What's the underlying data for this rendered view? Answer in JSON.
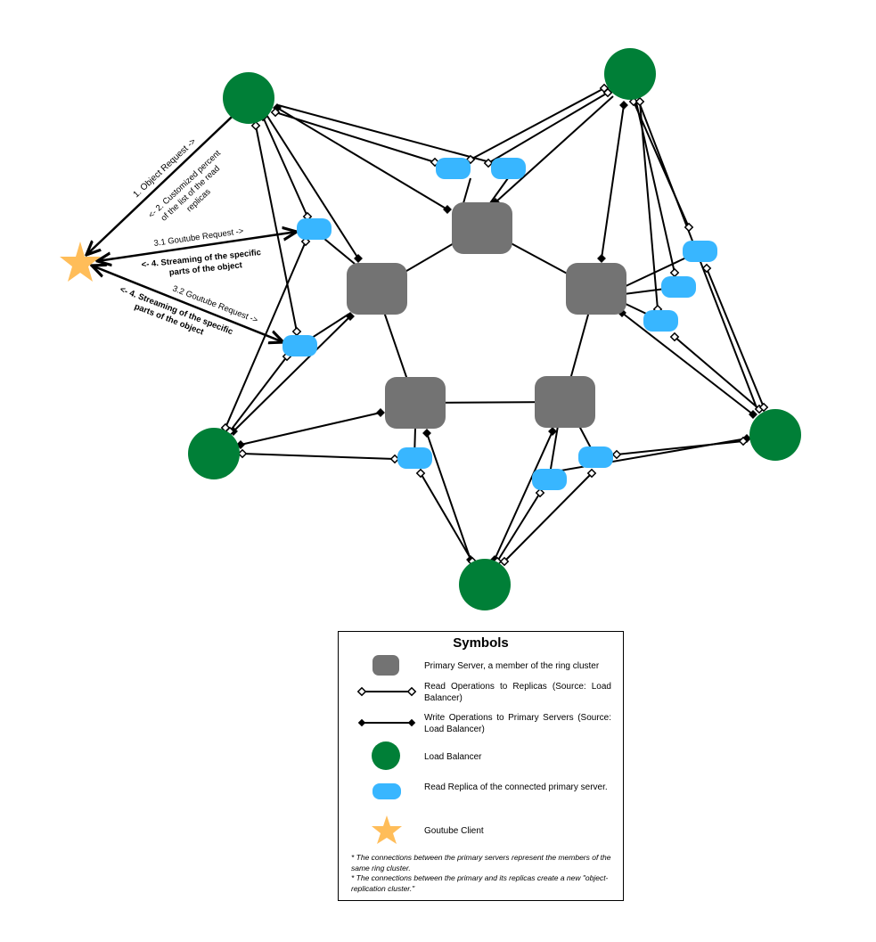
{
  "labels": {
    "l1": "1.    Object Request ->",
    "l2": [
      "<- 2. Customized percent",
      "of the list of the read",
      "replicas"
    ],
    "l31": "3.1 Goutube Request ->",
    "l4a": [
      "<- 4. Streaming of the specific",
      "parts of the object"
    ],
    "l32": "3.2 Goutube Request ->",
    "l4b": [
      "<- 4. Streaming of the specific",
      "parts of the object"
    ]
  },
  "legend": {
    "title": "Symbols",
    "items": [
      {
        "icon": "primary-server",
        "text": "Primary Server, a member of the ring cluster"
      },
      {
        "icon": "read-operation",
        "text": "Read Operations to Replicas (Source: Load Balancer)"
      },
      {
        "icon": "write-operation",
        "text": "Write Operations to Primary Servers (Source: Load Balancer)"
      },
      {
        "icon": "load-balancer",
        "text": "Load Balancer"
      },
      {
        "icon": "read-replica",
        "text": "Read Replica of the connected primary server."
      },
      {
        "icon": "client-star",
        "text": "Goutube Client"
      }
    ],
    "notes": [
      "* The connections between the primary servers represent the members of the same ring cluster.",
      "* The connections between the primary and its replicas create a new \"object-replication cluster.\""
    ]
  },
  "colors": {
    "primary_server": "#737373",
    "load_balancer": "#007f37",
    "read_replica": "#38b6ff",
    "client": "#ffbd59",
    "line": "#000000"
  }
}
